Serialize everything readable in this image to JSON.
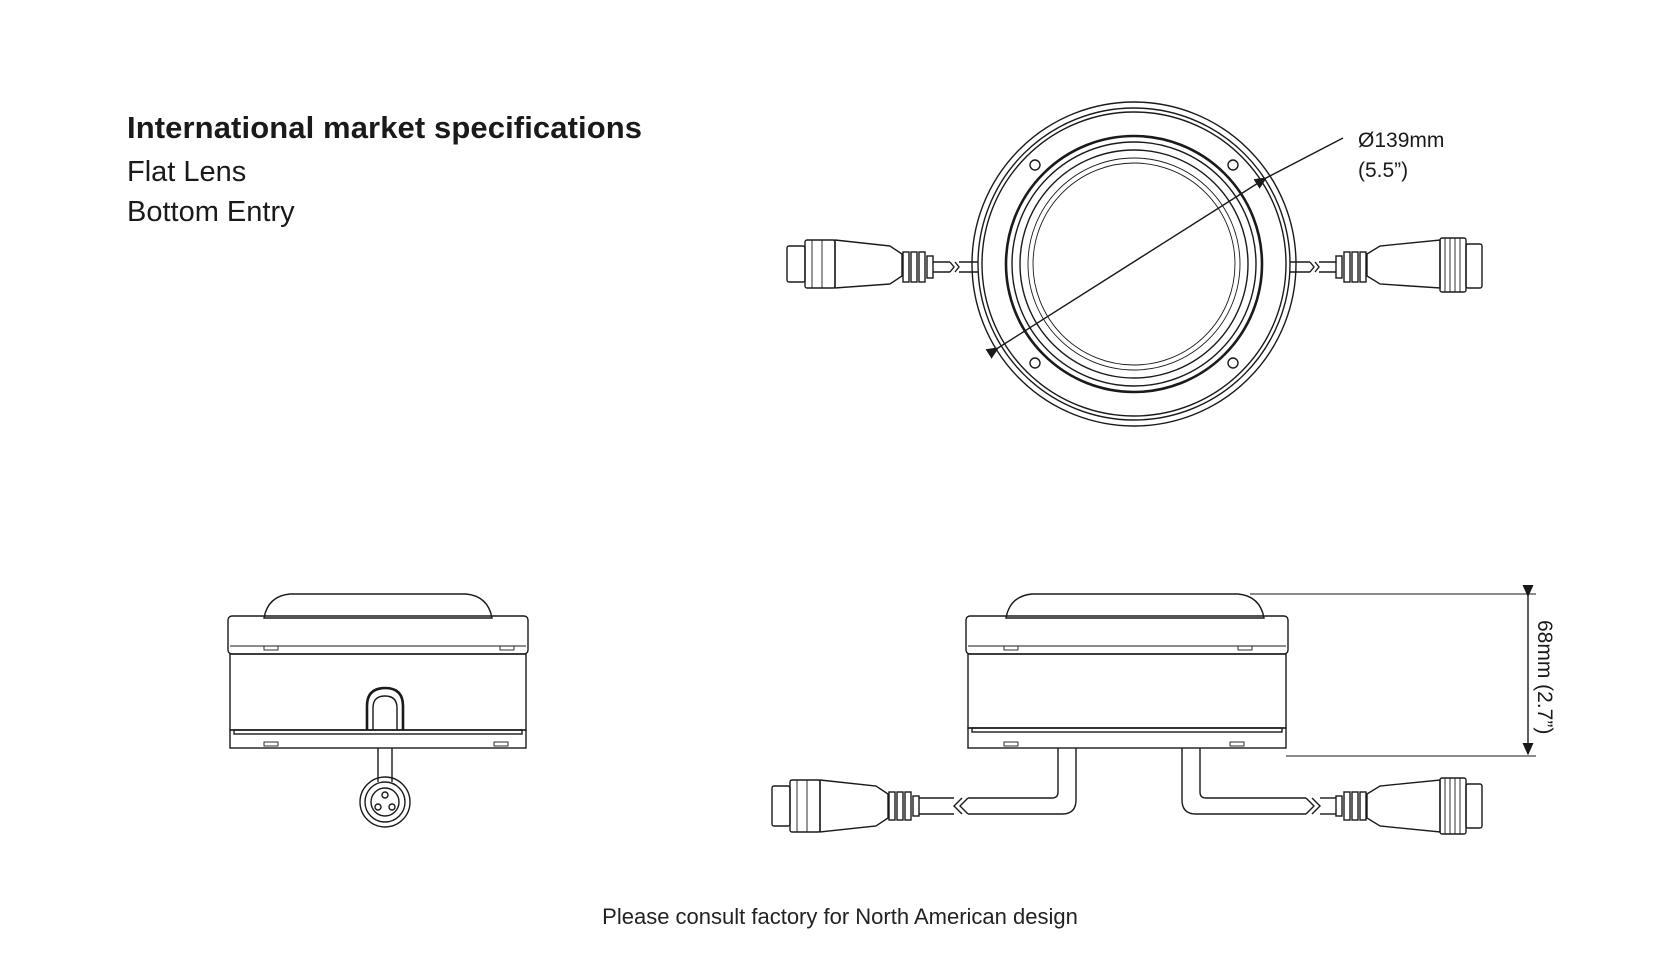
{
  "header": {
    "title": "International market specifications",
    "line1": "Flat Lens",
    "line2": "Bottom Entry"
  },
  "dimensions": {
    "diameter_mm": "Ø139mm",
    "diameter_in": "(5.5”)",
    "height": "68mm (2.7”)"
  },
  "footer": {
    "note": "Please consult factory for North American design"
  }
}
